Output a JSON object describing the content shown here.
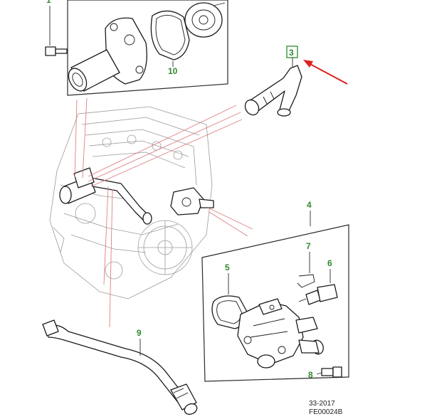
{
  "callouts": {
    "item1": "1",
    "item3": "3",
    "item4": "4",
    "item5": "5",
    "item6": "6",
    "item7": "7",
    "item8": "8",
    "item9": "9",
    "item10": "10"
  },
  "footer": {
    "section": "33-2017",
    "code": "FE00024B"
  },
  "colors": {
    "callout_green": "#2f8a2f",
    "highlight_red": "#e02020",
    "pointer_lines": "#e08080"
  }
}
